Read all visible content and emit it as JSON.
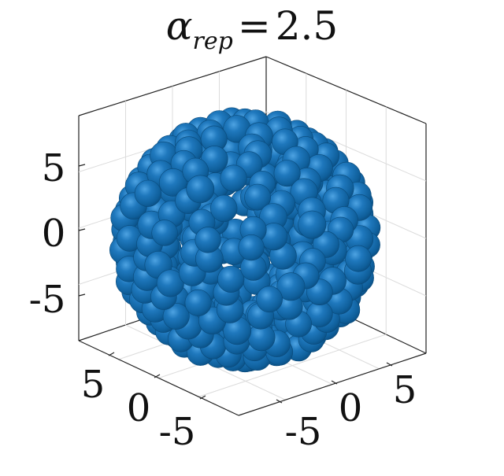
{
  "title": {
    "symbol": "α",
    "subscript": "rep",
    "equals": "=",
    "value": "2.5"
  },
  "chart_data": {
    "type": "scatter3d",
    "description_title": "α_rep = 2.5",
    "marker": "sphere",
    "marker_color": "#1166a8",
    "grid": true,
    "view": "isometric",
    "axes": {
      "x": {
        "ticks": [
          "5",
          "0",
          "-5"
        ],
        "tick_values": [
          5,
          0,
          -5
        ],
        "range": [
          -9,
          9
        ]
      },
      "y": {
        "ticks": [
          "-5",
          "0",
          "5"
        ],
        "tick_values": [
          -5,
          0,
          5
        ],
        "range": [
          -9,
          9
        ]
      },
      "z": {
        "ticks": [
          "5",
          "0",
          "-5"
        ],
        "tick_values": [
          5,
          0,
          -5
        ],
        "range": [
          -9,
          9
        ]
      }
    },
    "cluster": {
      "shape": "sphere",
      "center": [
        0,
        0,
        0
      ],
      "radius": 7.5,
      "particle_diameter": 1.9
    }
  }
}
